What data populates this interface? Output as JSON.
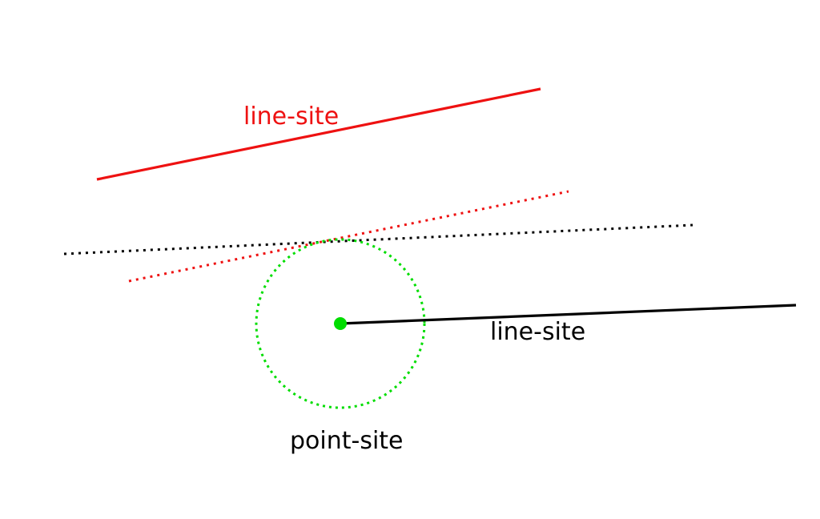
{
  "labels": {
    "red_line_site": "line-site",
    "black_line_site": "line-site",
    "point_site": "point-site"
  },
  "colors": {
    "red": "#ee1111",
    "black": "#000000",
    "green": "#00dd00",
    "background": "#ffffff"
  }
}
